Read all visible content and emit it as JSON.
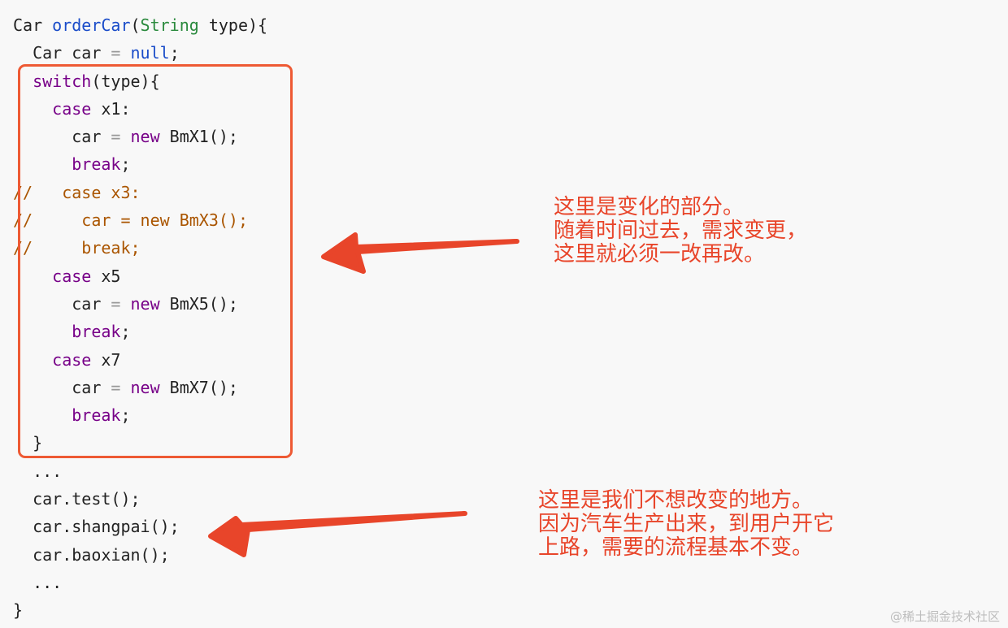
{
  "code_lines": [
    [
      {
        "t": "Car ",
        "c": ""
      },
      {
        "t": "orderCar",
        "c": "kw-blue"
      },
      {
        "t": "(",
        "c": ""
      },
      {
        "t": "String",
        "c": "kw-green"
      },
      {
        "t": " type){",
        "c": ""
      }
    ],
    [
      {
        "t": "  Car car ",
        "c": ""
      },
      {
        "t": "=",
        "c": "op"
      },
      {
        "t": " ",
        "c": ""
      },
      {
        "t": "null",
        "c": "kw-blue"
      },
      {
        "t": ";",
        "c": ""
      }
    ],
    [
      {
        "t": "  ",
        "c": ""
      },
      {
        "t": "switch",
        "c": "kw-purple"
      },
      {
        "t": "(type){",
        "c": ""
      }
    ],
    [
      {
        "t": "    ",
        "c": ""
      },
      {
        "t": "case",
        "c": "kw-purple"
      },
      {
        "t": " x1:",
        "c": ""
      }
    ],
    [
      {
        "t": "      car ",
        "c": ""
      },
      {
        "t": "=",
        "c": "op"
      },
      {
        "t": " ",
        "c": ""
      },
      {
        "t": "new",
        "c": "kw-purple"
      },
      {
        "t": " BmX1();",
        "c": ""
      }
    ],
    [
      {
        "t": "      ",
        "c": ""
      },
      {
        "t": "break",
        "c": "kw-purple"
      },
      {
        "t": ";",
        "c": ""
      }
    ],
    [
      {
        "t": "//   case x3:",
        "c": "comment"
      }
    ],
    [
      {
        "t": "//     car = new BmX3();",
        "c": "comment"
      }
    ],
    [
      {
        "t": "//     break;",
        "c": "comment"
      }
    ],
    [
      {
        "t": "    ",
        "c": ""
      },
      {
        "t": "case",
        "c": "kw-purple"
      },
      {
        "t": " x5",
        "c": ""
      }
    ],
    [
      {
        "t": "      car ",
        "c": ""
      },
      {
        "t": "=",
        "c": "op"
      },
      {
        "t": " ",
        "c": ""
      },
      {
        "t": "new",
        "c": "kw-purple"
      },
      {
        "t": " BmX5();",
        "c": ""
      }
    ],
    [
      {
        "t": "      ",
        "c": ""
      },
      {
        "t": "break",
        "c": "kw-purple"
      },
      {
        "t": ";",
        "c": ""
      }
    ],
    [
      {
        "t": "    ",
        "c": ""
      },
      {
        "t": "case",
        "c": "kw-purple"
      },
      {
        "t": " x7",
        "c": ""
      }
    ],
    [
      {
        "t": "      car ",
        "c": ""
      },
      {
        "t": "=",
        "c": "op"
      },
      {
        "t": " ",
        "c": ""
      },
      {
        "t": "new",
        "c": "kw-purple"
      },
      {
        "t": " BmX7();",
        "c": ""
      }
    ],
    [
      {
        "t": "      ",
        "c": ""
      },
      {
        "t": "break",
        "c": "kw-purple"
      },
      {
        "t": ";",
        "c": ""
      }
    ],
    [
      {
        "t": "  }",
        "c": ""
      }
    ],
    [
      {
        "t": "  ...",
        "c": ""
      }
    ],
    [
      {
        "t": "  car.test();",
        "c": ""
      }
    ],
    [
      {
        "t": "  car.shangpai();",
        "c": ""
      }
    ],
    [
      {
        "t": "  car.baoxian();",
        "c": ""
      }
    ],
    [
      {
        "t": "  ...",
        "c": ""
      }
    ],
    [
      {
        "t": "}",
        "c": ""
      }
    ]
  ],
  "annotations": {
    "changing": {
      "line1": "这里是变化的部分。",
      "line2": "随着时间过去，需求变更，",
      "line3": "这里就必须一改再改。"
    },
    "stable": {
      "line1": "这里是我们不想改变的地方。",
      "line2": "因为汽车生产出来，到用户开它",
      "line3": "上路，需要的流程基本不变。"
    }
  },
  "watermark": "@稀土掘金技术社区",
  "colors": {
    "annotation": "#e8452a",
    "box_border": "#ee5a34",
    "background": "#f8f8f8"
  }
}
